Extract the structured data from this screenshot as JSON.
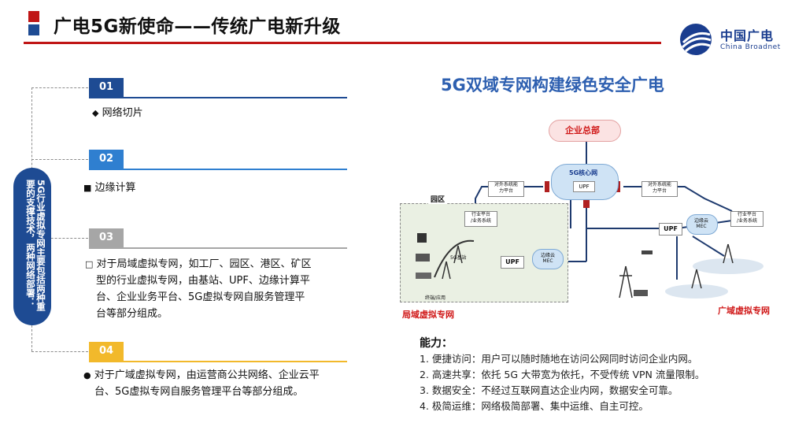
{
  "header": {
    "title": "广电5G新使命——传统广电新升级",
    "logo_cn": "中国广电",
    "logo_en": "China Broadnet",
    "colors": {
      "accent_red": "#c01616",
      "accent_blue": "#1e4b93"
    }
  },
  "sidebar": {
    "label": "5G行业虚拟专网主要包括两种重要的支撑技术，两种网络部署："
  },
  "items": [
    {
      "num": "01",
      "color": "#1e4b93",
      "bullet": "◆",
      "text": "网络切片"
    },
    {
      "num": "02",
      "color": "#2f7fd0",
      "bullet": "■",
      "text": "边缘计算"
    },
    {
      "num": "03",
      "color": "#a6a6a6",
      "bullet": "□",
      "lines": [
        "对于局域虚拟专网，如工厂、园区、港区、矿区",
        "型的行业虚拟专网，由基站、UPF、边缘计算平",
        "台、企业业务平台、5G虚拟专网自服务管理平",
        "台等部分组成。"
      ]
    },
    {
      "num": "04",
      "color": "#f2b92b",
      "bullet": "●",
      "lines": [
        "对于广域虚拟专网，由运营商公共网络、企业云平",
        "台、5G虚拟专网自服务管理平台等部分组成。"
      ]
    }
  ],
  "diagram": {
    "title": "5G双域专网构建绿色安全广电",
    "enterprise_hq": "企业总部",
    "core": "5G核心网",
    "core_upf": "UPF",
    "park": "园区",
    "platform_left": [
      "对外系统能",
      "力平台"
    ],
    "platform_right": [
      "对外系统能",
      "力平台"
    ],
    "industry_left": [
      "行业平台",
      "/业务系统"
    ],
    "industry_right": [
      "行业平台",
      "/业务系统"
    ],
    "upf": "UPF",
    "mec": "边缘云 MEC",
    "base_station": "5G基站",
    "terminal": "终端/应用",
    "local_label": "局域虚拟专网",
    "wide_label": "广域虚拟专网"
  },
  "ability": {
    "title": "能力：",
    "items": [
      "1. 便捷访问：用户可以随时随地在访问公网同时访问企业内网。",
      "2. 高速共享：依托 5G 大带宽为依托，不受传统 VPN 流量限制。",
      "3. 数据安全：不经过互联网直达企业内网，数据安全可靠。",
      "4. 极简运维：网络极简部署、集中运维、自主可控。"
    ]
  }
}
